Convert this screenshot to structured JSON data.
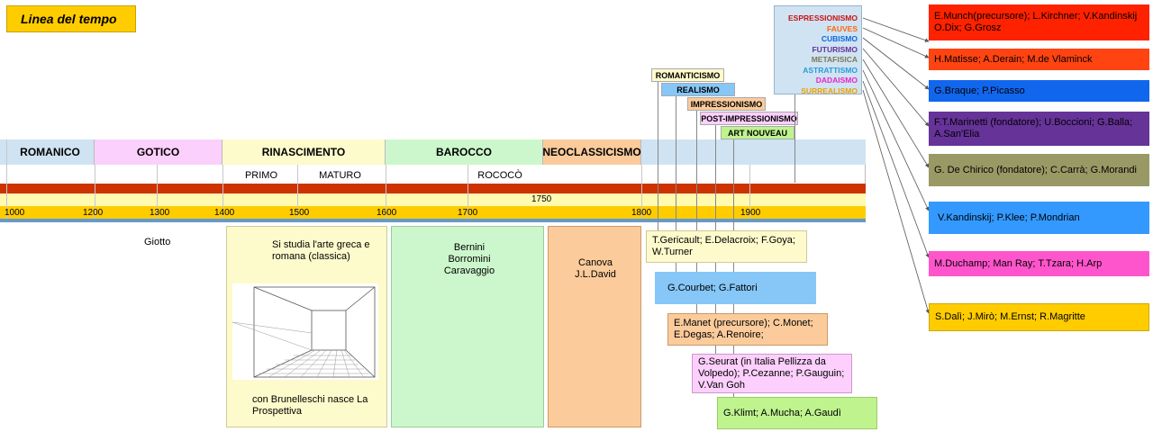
{
  "title": "Linea del tempo",
  "timeline": {
    "eras": [
      {
        "label": "ROMANICO",
        "color": "#cfe3f2"
      },
      {
        "label": "GOTICO",
        "color": "#fcd0fc"
      },
      {
        "label": "RINASCIMENTO",
        "color": "#fdfacb"
      },
      {
        "label": "BAROCCO",
        "color": "#ccf7cc"
      },
      {
        "label": "NEOCLASSICISMO",
        "color": "#fbcb9b"
      }
    ],
    "subperiods": [
      "PRIMO",
      "MATURO",
      "ROCOCÒ"
    ],
    "marker_1750": "1750",
    "years": [
      "1000",
      "1200",
      "1300",
      "1400",
      "1500",
      "1600",
      "1700",
      "1800",
      "1900"
    ],
    "band_colors": {
      "red": "#cc3300",
      "yellow": "#fffab0",
      "gold": "#ffcc00",
      "blue": "#6699cc"
    }
  },
  "notes": {
    "giotto": "Giotto",
    "rinascimento_top": "Si studia l'arte greca e romana (classica)",
    "rinascimento_bottom": "con Brunelleschi nasce La Prospettiva",
    "barocco": "Bernini Borromini Caravaggio",
    "neoclassicismo": "Canova J.L.David"
  },
  "movements": [
    {
      "label": "ROMANTICISMO",
      "color": "#fffacc"
    },
    {
      "label": "REALISMO",
      "color": "#86c7f8"
    },
    {
      "label": "IMPRESSIONISMO",
      "color": "#fbcb9b"
    },
    {
      "label": "POST-IMPRESSIONISMO",
      "color": "#fccffc"
    },
    {
      "label": "ART NOUVEAU",
      "color": "#bff38e"
    }
  ],
  "movement_artists": [
    {
      "text": "T.Gericault; E.Delacroix; F.Goya; W.Turner",
      "color": "#fffacc"
    },
    {
      "text": "G.Courbet; G.Fattori",
      "color": "#86c7f8"
    },
    {
      "text": "E.Manet (precursore); C.Monet; E.Degas; A.Renoire;",
      "color": "#fbcb9b"
    },
    {
      "text": "G.Seurat (in Italia Pellizza da Volpedo); P.Cezanne; P.Gauguin; V.Van Goh",
      "color": "#fccffc"
    },
    {
      "text": "G.Klimt; A.Mucha; A.Gaudì",
      "color": "#bff38e"
    }
  ],
  "avanguardie": [
    {
      "label": "ESPRESSIONISMO",
      "color": "#cc1111"
    },
    {
      "label": "FAUVES",
      "color": "#ff6611"
    },
    {
      "label": "CUBISMO",
      "color": "#1166dd"
    },
    {
      "label": "FUTURISMO",
      "color": "#663399"
    },
    {
      "label": "METAFISICA",
      "color": "#7a7a55"
    },
    {
      "label": "ASTRATTISMO",
      "color": "#2a9ad8"
    },
    {
      "label": "DADAISMO",
      "color": "#ee22cc"
    },
    {
      "label": "SURREALISMO",
      "color": "#f0a000"
    }
  ],
  "avanguardie_artists": [
    {
      "text": "E.Munch(precursore); L.Kirchner; V.Kandinskij O.Dix; G.Grosz",
      "color": "#ff2200"
    },
    {
      "text": "H.Matisse; A.Derain; M.de Vlaminck",
      "color": "#ff4411"
    },
    {
      "text": "G.Braque; P.Picasso",
      "color": "#1166ee"
    },
    {
      "text": "F.T.Marinetti (fondatore); U.Boccioni; G.Balla; A.San'Elia",
      "color": "#663399"
    },
    {
      "text": "G. De Chirico (fondatore); C.Carrà; G.Morandi",
      "color": "#999966"
    },
    {
      "text": "V.Kandinskij; P.Klee; P.Mondrian",
      "color": "#3399ff"
    },
    {
      "text": "M.Duchamp; Man Ray; T.Tzara; H.Arp",
      "color": "#ff55cc"
    },
    {
      "text": "S.Dalì; J.Mirò; M.Ernst; R.Magritte",
      "color": "#ffcc00"
    }
  ]
}
